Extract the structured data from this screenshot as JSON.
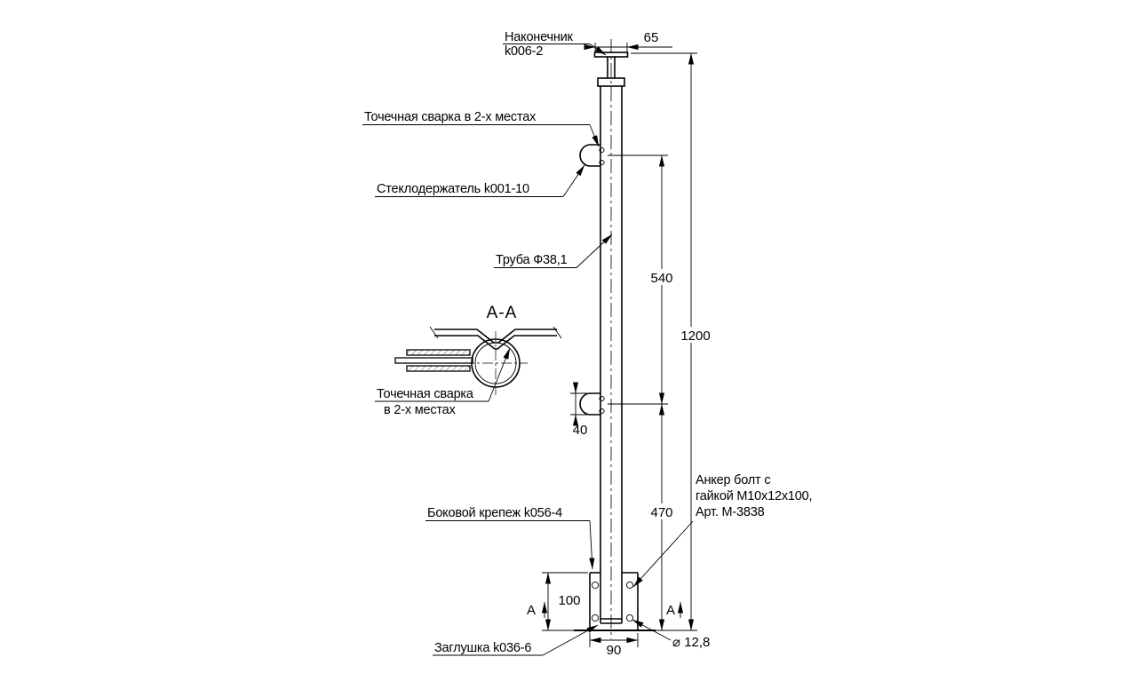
{
  "drawing": {
    "callouts": {
      "tip_name": "Наконечник",
      "tip_part": "k006-2",
      "spot_weld_main": "Точечная сварка в 2-х местах",
      "glass_holder": "Стеклодержатель k001-10",
      "pipe": "Труба Ф38,1",
      "side_mount": "Боковой крепеж k056-4",
      "plug": "Заглушка k036-6",
      "anchor_line1": "Анкер болт с",
      "anchor_line2": "гайкой М10х12х100,",
      "anchor_line3": "Арт. М-3838"
    },
    "section": {
      "title": "А-А",
      "spot_weld_line1": "Точечная сварка",
      "spot_weld_line2": "в 2-х местах",
      "marker": "А"
    },
    "dimensions": {
      "cap_width": "65",
      "upper_span": "540",
      "total_height": "1200",
      "holder_height": "40",
      "lower_span": "470",
      "plate_height": "100",
      "plate_width": "90",
      "hole_diameter": "⌀ 12,8"
    },
    "colors": {
      "line": "#000000",
      "background": "#ffffff"
    }
  }
}
